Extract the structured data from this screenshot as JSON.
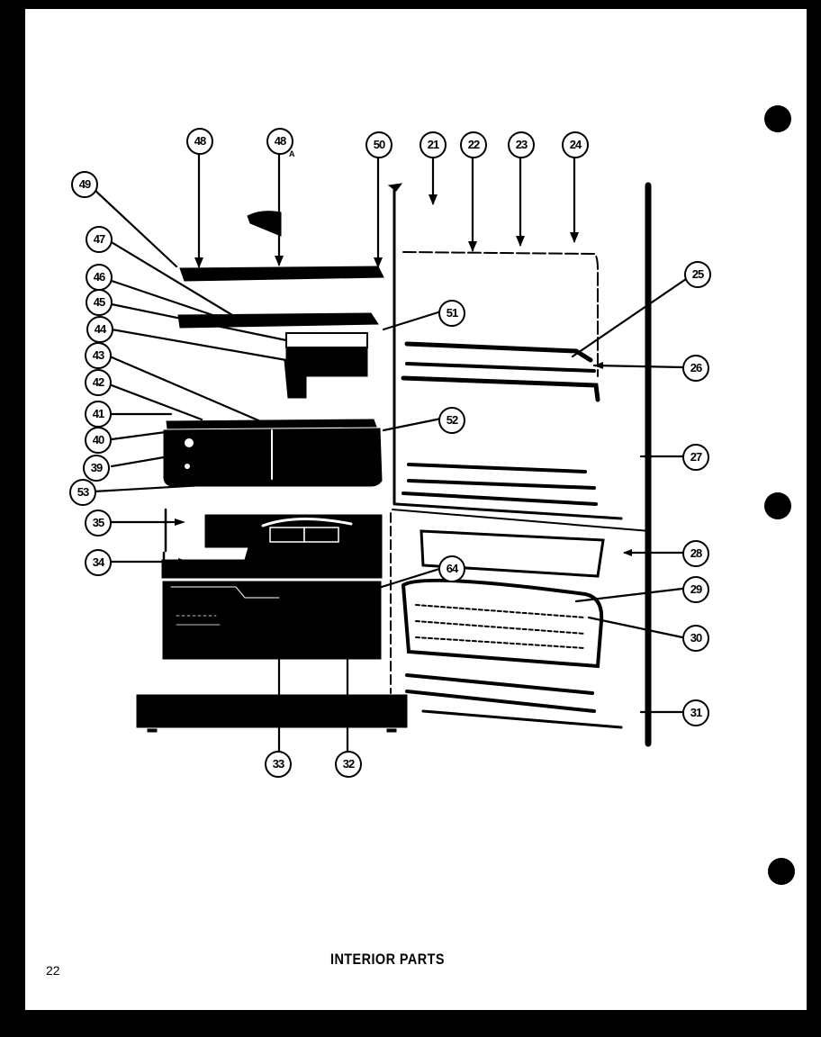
{
  "page": {
    "caption": "INTERIOR PARTS",
    "page_number": "22",
    "colors": {
      "ink": "#000000",
      "paper": "#ffffff",
      "border": "#000000"
    }
  },
  "callouts": [
    {
      "id": "48",
      "label": "48"
    },
    {
      "id": "48A",
      "label": "48",
      "suffix": "A"
    },
    {
      "id": "50",
      "label": "50"
    },
    {
      "id": "21",
      "label": "21"
    },
    {
      "id": "22",
      "label": "22"
    },
    {
      "id": "23",
      "label": "23"
    },
    {
      "id": "24",
      "label": "24"
    },
    {
      "id": "49",
      "label": "49"
    },
    {
      "id": "47",
      "label": "47"
    },
    {
      "id": "46",
      "label": "46"
    },
    {
      "id": "45",
      "label": "45"
    },
    {
      "id": "44",
      "label": "44"
    },
    {
      "id": "43",
      "label": "43"
    },
    {
      "id": "42",
      "label": "42"
    },
    {
      "id": "41",
      "label": "41"
    },
    {
      "id": "40",
      "label": "40"
    },
    {
      "id": "39",
      "label": "39"
    },
    {
      "id": "53",
      "label": "53"
    },
    {
      "id": "35",
      "label": "35"
    },
    {
      "id": "34",
      "label": "34"
    },
    {
      "id": "33",
      "label": "33"
    },
    {
      "id": "32",
      "label": "32"
    },
    {
      "id": "51",
      "label": "51"
    },
    {
      "id": "52",
      "label": "52"
    },
    {
      "id": "64",
      "label": "64"
    },
    {
      "id": "25",
      "label": "25"
    },
    {
      "id": "26",
      "label": "26"
    },
    {
      "id": "27",
      "label": "27"
    },
    {
      "id": "28",
      "label": "28"
    },
    {
      "id": "29",
      "label": "29"
    },
    {
      "id": "30",
      "label": "30"
    },
    {
      "id": "31",
      "label": "31"
    }
  ]
}
